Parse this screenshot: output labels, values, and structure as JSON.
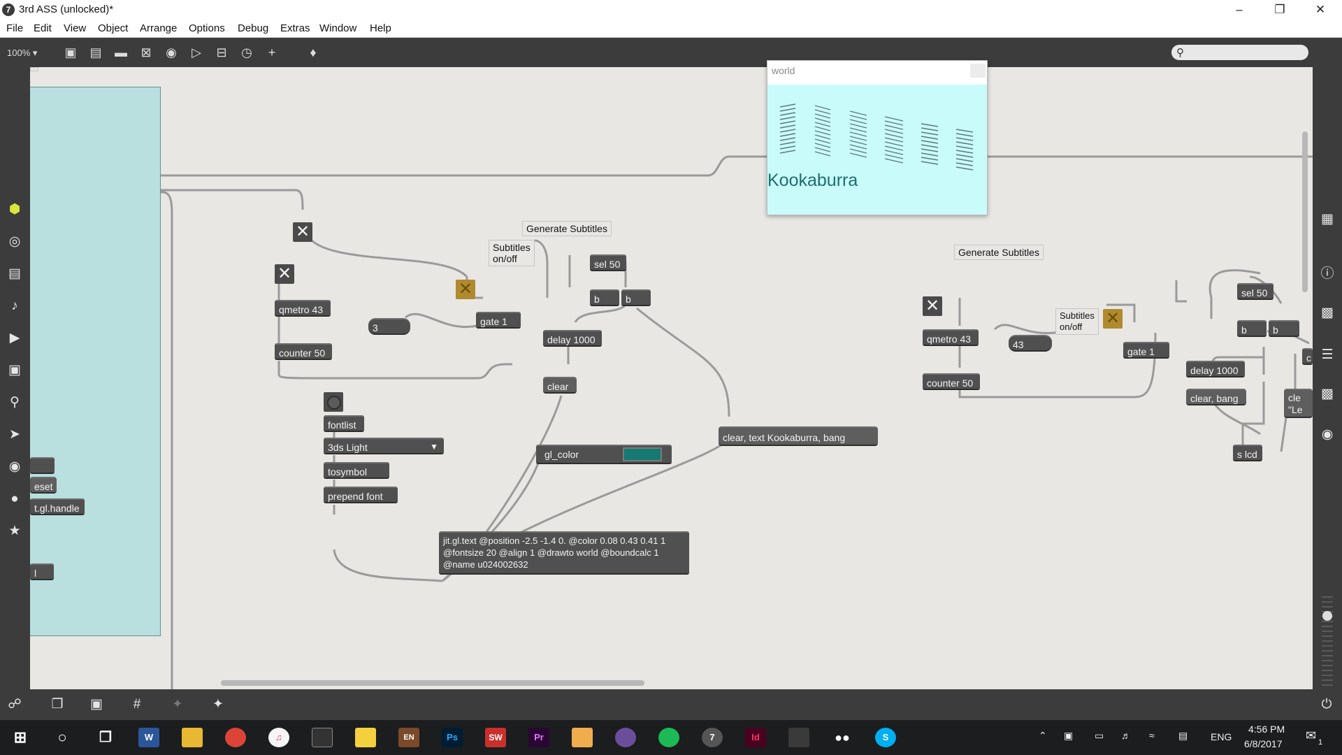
{
  "window": {
    "title": "3rd ASS (unlocked)*",
    "app_icon_glyph": "7",
    "controls": [
      "minimize-icon",
      "restore-icon",
      "close-icon"
    ]
  },
  "menu": [
    "File",
    "Edit",
    "View",
    "Object",
    "Arrange",
    "Options",
    "Debug",
    "Extras",
    "Window",
    "Help"
  ],
  "toolbar": {
    "zoom": "100%",
    "icons": [
      "presentation-mode-icon",
      "new-object-icon",
      "comment-icon",
      "toggle-icon",
      "bang-icon",
      "button-icon",
      "inlet-icon",
      "dial-icon",
      "add-icon",
      "paint-bucket-icon"
    ],
    "search_placeholder": ""
  },
  "left_sidebar_icons": [
    "cube-icon",
    "target-icon",
    "keyboard-icon",
    "music-note-icon",
    "media-icon",
    "image-icon",
    "paperclip-icon",
    "arrow-icon",
    "vimeo-icon",
    "b-icon",
    "star-icon"
  ],
  "right_sidebar_icons": [
    "grid-icon",
    "info-icon",
    "book-icon",
    "list-icon",
    "open-book-icon",
    "camera-icon"
  ],
  "canvas": {
    "left_panel_objects": [
      "eset",
      "t.gl.handle",
      "l"
    ],
    "left_patch": {
      "comment_generate": "Generate Subtitles",
      "comment_subtitles": "Subtitles\non/off",
      "qmetro": "qmetro 43",
      "counter": "counter 50",
      "number": "3",
      "gate": "gate 1",
      "sel": "sel 50",
      "b1": "b",
      "b2": "b",
      "delay": "delay 1000",
      "clear": "clear",
      "fontlist": "fontlist",
      "font_menu": "3ds Light",
      "tosymbol": "tosymbol",
      "prepend": "prepend font",
      "gl_color": "gl_color",
      "message": "clear, text Kookaburra, bang",
      "jit_text": "jit.gl.text @position -2.5 -1.4 0. @color 0.08 0.43 0.41 1 @fontsize 20 @align 1 @drawto world @boundcalc 1 @name u024002632"
    },
    "right_patch": {
      "comment_generate": "Generate Subtitles",
      "comment_subtitles": "Subtitles\non/off",
      "qmetro": "qmetro 43",
      "counter": "counter 50",
      "number": "43",
      "gate": "gate 1",
      "sel": "sel 50",
      "b1": "b",
      "b2": "b",
      "c_partial": "c",
      "delay": "delay 1000",
      "clear_bang": "clear, bang",
      "cle_partial": "cle\n\"Le",
      "s_lcd": "s lcd"
    },
    "world_window": {
      "title": "world",
      "subtitle_text": "Kookaburra",
      "background_color": "#c9fbfb",
      "text_color": "#1e6e6e"
    },
    "swatch_color": "#147a72"
  },
  "bottom_toolbar_icons": [
    "lock-icon",
    "windows-icon",
    "presentation-icon",
    "grid-icon",
    "snap-icon",
    "wrench-icon"
  ],
  "power_icon": "power-icon",
  "taskbar": {
    "apps": [
      "start-icon",
      "cortana-icon",
      "task-view-icon",
      "word-icon",
      "file-explorer-icon",
      "chrome-icon",
      "itunes-icon",
      "terminal-icon",
      "sticky-notes-icon",
      "en-icon",
      "photoshop-icon",
      "solidworks-icon",
      "premiere-icon",
      "fonts-icon",
      "tor-icon",
      "spotify-icon",
      "max-icon",
      "indesign-icon",
      "bird-icon",
      "moodle-icon",
      "skype-icon"
    ],
    "app_labels": {
      "word": "W",
      "photoshop": "Ps",
      "premiere": "Pr",
      "indesign": "Id",
      "en": "EN",
      "solidworks": "SW"
    },
    "tray": {
      "language": "ENG",
      "time": "4:56 PM",
      "date": "6/8/2017",
      "notification_count": "1"
    }
  }
}
